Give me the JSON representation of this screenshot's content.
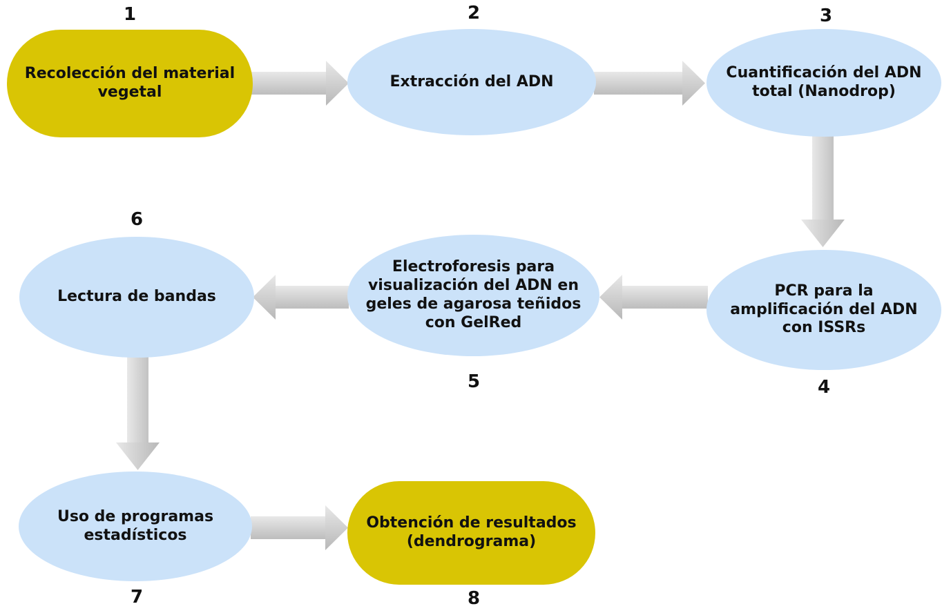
{
  "diagram": {
    "title": "",
    "colors": {
      "highlight_fill": "#d9c504",
      "step_fill": "#cbe2f9",
      "arrow_light": "#e8e8e8",
      "arrow_dark": "#bdbdbd",
      "text": "#111111",
      "background": "#ffffff"
    },
    "nodes": [
      {
        "number": "1",
        "label": "Recolección del material vegetal",
        "shape": "stadium",
        "fill": "highlight"
      },
      {
        "number": "2",
        "label": "Extracción del ADN",
        "shape": "ellipse",
        "fill": "step"
      },
      {
        "number": "3",
        "label": "Cuantificación del ADN total (Nanodrop)",
        "shape": "ellipse",
        "fill": "step"
      },
      {
        "number": "4",
        "label": "PCR para la amplificación del ADN con ISSRs",
        "shape": "ellipse",
        "fill": "step"
      },
      {
        "number": "5",
        "label": "Electroforesis para visualización del ADN en geles de agarosa teñidos con GelRed",
        "shape": "ellipse",
        "fill": "step"
      },
      {
        "number": "6",
        "label": "Lectura de bandas",
        "shape": "ellipse",
        "fill": "step"
      },
      {
        "number": "7",
        "label": "Uso de programas estadísticos",
        "shape": "ellipse",
        "fill": "step"
      },
      {
        "number": "8",
        "label": "Obtención de resultados (dendrograma)",
        "shape": "stadium",
        "fill": "highlight"
      }
    ],
    "connections": [
      {
        "from": "1",
        "to": "2",
        "direction": "right"
      },
      {
        "from": "2",
        "to": "3",
        "direction": "right"
      },
      {
        "from": "3",
        "to": "4",
        "direction": "down"
      },
      {
        "from": "4",
        "to": "5",
        "direction": "left"
      },
      {
        "from": "5",
        "to": "6",
        "direction": "left"
      },
      {
        "from": "6",
        "to": "7",
        "direction": "down"
      },
      {
        "from": "7",
        "to": "8",
        "direction": "right"
      }
    ]
  }
}
